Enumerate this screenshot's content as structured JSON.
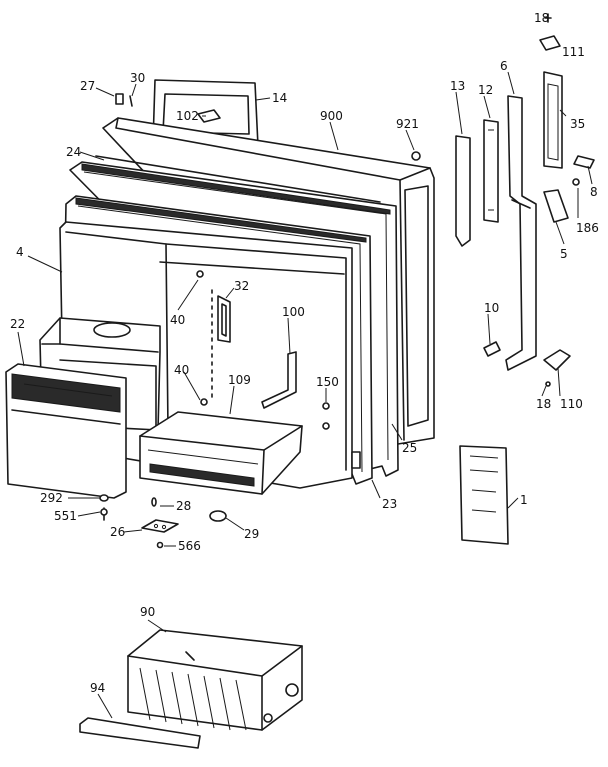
{
  "diagram": {
    "callouts": [
      {
        "id": "c18a",
        "text": "18"
      },
      {
        "id": "c111",
        "text": "111"
      },
      {
        "id": "c27",
        "text": "27"
      },
      {
        "id": "c30",
        "text": "30"
      },
      {
        "id": "c14",
        "text": "14"
      },
      {
        "id": "c102",
        "text": "102"
      },
      {
        "id": "c900",
        "text": "900"
      },
      {
        "id": "c921",
        "text": "921"
      },
      {
        "id": "c13",
        "text": "13"
      },
      {
        "id": "c12",
        "text": "12"
      },
      {
        "id": "c6",
        "text": "6"
      },
      {
        "id": "c35",
        "text": "35"
      },
      {
        "id": "c8",
        "text": "8"
      },
      {
        "id": "c186",
        "text": "186"
      },
      {
        "id": "c24",
        "text": "24"
      },
      {
        "id": "c5",
        "text": "5"
      },
      {
        "id": "c4",
        "text": "4"
      },
      {
        "id": "c32",
        "text": "32"
      },
      {
        "id": "c40a",
        "text": "40"
      },
      {
        "id": "c100",
        "text": "100"
      },
      {
        "id": "c22",
        "text": "22"
      },
      {
        "id": "c10",
        "text": "10"
      },
      {
        "id": "c40b",
        "text": "40"
      },
      {
        "id": "c109",
        "text": "109"
      },
      {
        "id": "c150",
        "text": "150"
      },
      {
        "id": "c110",
        "text": "110"
      },
      {
        "id": "c18b",
        "text": "18"
      },
      {
        "id": "c25",
        "text": "25"
      },
      {
        "id": "c1",
        "text": "1"
      },
      {
        "id": "c292",
        "text": "292"
      },
      {
        "id": "c28",
        "text": "28"
      },
      {
        "id": "c23",
        "text": "23"
      },
      {
        "id": "c551",
        "text": "551"
      },
      {
        "id": "c26",
        "text": "26"
      },
      {
        "id": "c566",
        "text": "566"
      },
      {
        "id": "c29",
        "text": "29"
      },
      {
        "id": "c90",
        "text": "90"
      },
      {
        "id": "c94",
        "text": "94"
      }
    ]
  }
}
